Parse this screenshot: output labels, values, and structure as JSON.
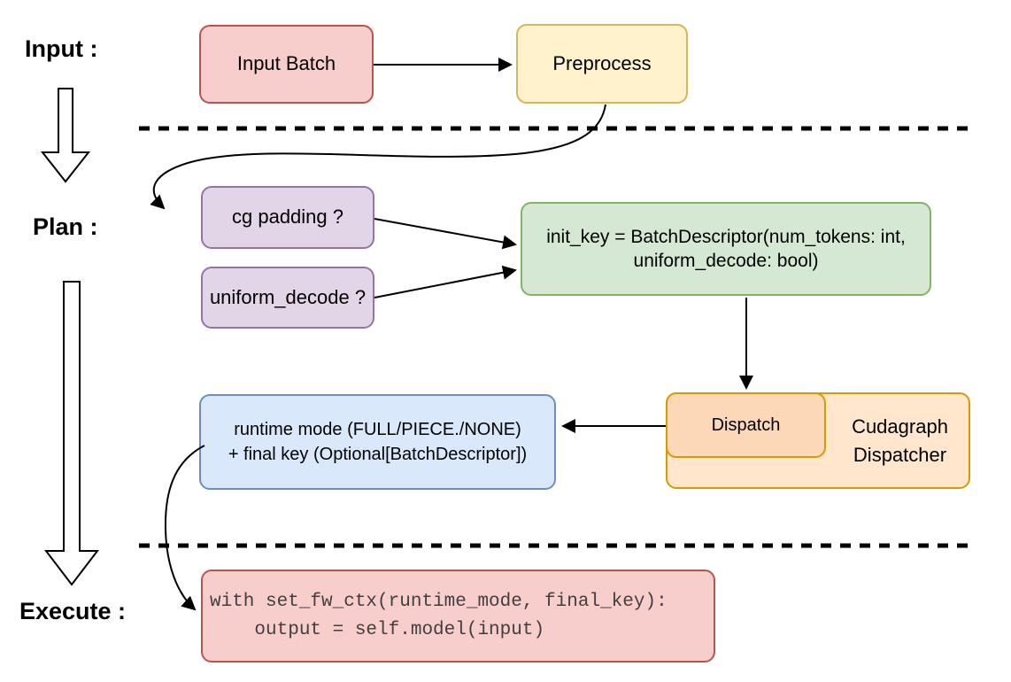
{
  "diagram": {
    "stage_labels": {
      "input": "Input :",
      "plan": "Plan :",
      "execute": "Execute :"
    },
    "nodes": {
      "input_batch": {
        "label": "Input Batch"
      },
      "preprocess": {
        "label": "Preprocess"
      },
      "cg_padding": {
        "label": "cg padding ?"
      },
      "uniform_decode": {
        "label": "uniform_decode ?"
      },
      "init_key": {
        "line1": "init_key = BatchDescriptor(num_tokens: int,",
        "line2": "uniform_decode: bool)"
      },
      "dispatch": {
        "label": "Dispatch"
      },
      "cudagraph_dispatcher": {
        "line1": "Cudagraph",
        "line2": "Dispatcher"
      },
      "runtime_result": {
        "line1": "runtime mode (FULL/PIECE./NONE)",
        "line2": "+ final key (Optional[BatchDescriptor])"
      },
      "execute_code": {
        "line1": "with set_fw_ctx(runtime_mode, final_key):",
        "line2": "    output = self.model(input)"
      }
    },
    "colors": {
      "red_fill": "#f8cecc",
      "red_border": "#b85450",
      "yellow_fill": "#fff2cc",
      "yellow_border": "#d6b656",
      "purple_fill": "#e1d5e7",
      "purple_border": "#9673a6",
      "green_fill": "#d5e8d4",
      "green_border": "#82b366",
      "orange_fill": "#ffe6cc",
      "orange_inner_fill": "#fcd8b8",
      "orange_border": "#d79b00",
      "blue_fill": "#dae8fc",
      "blue_border": "#6c8ebf",
      "code_text": "#404040",
      "line": "#000000"
    }
  }
}
